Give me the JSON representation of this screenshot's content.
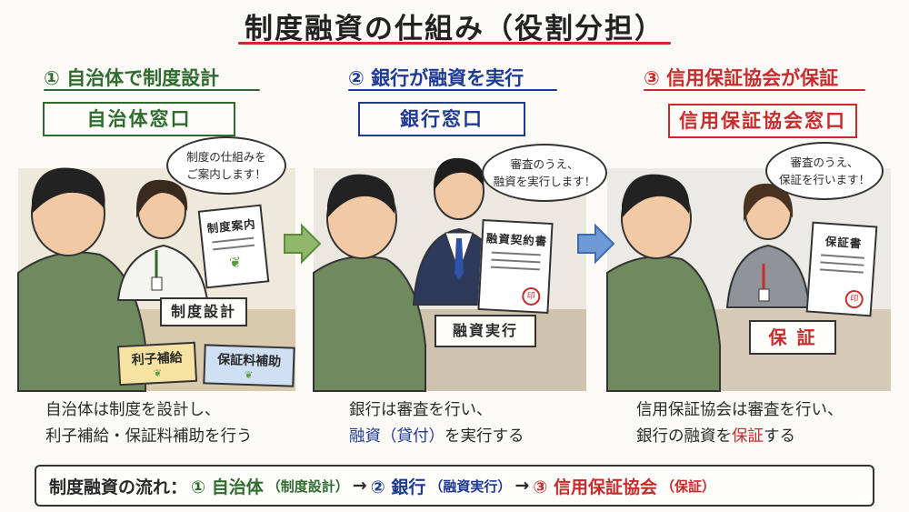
{
  "title": "制度融資の仕組み（役割分担）",
  "colors": {
    "step1": "#2f6b2f",
    "step2": "#1f3a93",
    "step3": "#c62c2c",
    "accent": "#c62c2c"
  },
  "steps": [
    {
      "heading": "① 自治体で制度設計",
      "counter": "自治体窓口",
      "speech": [
        "制度の仕組みを",
        "ご案内します！"
      ],
      "doc_title": "制度案内",
      "desk_sign": "制度設計",
      "cards": [
        "利子補給",
        "保証料補助"
      ],
      "desc_line1": "自治体は制度を設計し、",
      "desc_line2": "利子補給・保証料補助を行う"
    },
    {
      "heading": "② 銀行が融資を実行",
      "counter": "銀行窓口",
      "speech": [
        "審査のうえ、",
        "融資を実行します！"
      ],
      "doc_title": "融資契約書",
      "stamp": "印",
      "desk_sign": "融資実行",
      "desc_line1": "銀行は審査を行い、",
      "desc_line2_hl": "融資（貸付）",
      "desc_line2_rest": "を実行する"
    },
    {
      "heading": "③ 信用保証協会が保証",
      "counter": "信用保証協会窓口",
      "speech": [
        "審査のうえ、",
        "保証を行います！"
      ],
      "doc_title": "保証書",
      "stamp": "印",
      "desk_sign": "保 証",
      "desc_line1": "信用保証協会は審査を行い、",
      "desc_line2_pre": "銀行の融資を",
      "desc_line2_hl": "保証",
      "desc_line2_rest": "する"
    }
  ],
  "footer": {
    "label": "制度融資の流れ：",
    "part1": "① 自治体",
    "part1_sub": "（制度設計）",
    "arrow": "→",
    "part2": "② 銀行",
    "part2_sub": "（融資実行）",
    "part3": "③ 信用保証協会",
    "part3_sub": "（保証）"
  }
}
